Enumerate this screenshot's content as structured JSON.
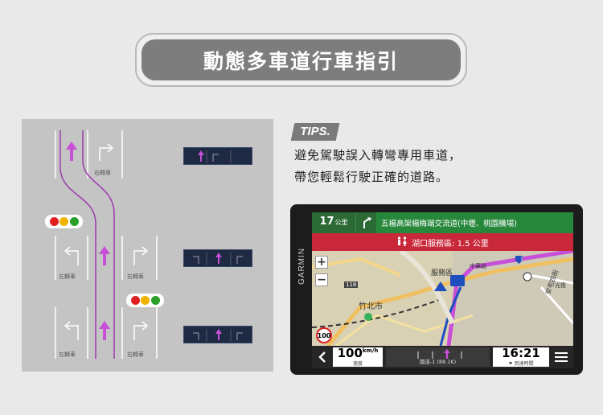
{
  "title": "動態多車道行車指引",
  "lane_diagram": {
    "labels": {
      "right_turn_top": "右轉車",
      "left_turn_mid": "左轉車",
      "right_turn_mid": "右轉車",
      "left_turn_bottom": "左轉車",
      "right_turn_bottom": "右轉車"
    },
    "colors": {
      "highlight": "#c84fd8",
      "guide_line": "#9b3aad",
      "red": "#e02020",
      "yellow": "#f0b400",
      "green": "#28a028"
    }
  },
  "tips": {
    "badge": "TIPS.",
    "line1": "避免駕駛誤入轉彎專用車道，",
    "line2": "帶您輕鬆行駛正確的道路。"
  },
  "device": {
    "brand": "GARMIN",
    "nav": {
      "distance": "17",
      "distance_unit": "公里",
      "street": "五楊高架楊梅端交流道(中壢、桃園機場)",
      "service": "湖口服務區: 1.5 公里"
    },
    "map": {
      "city_label": "竹北市",
      "service_label": "服務區",
      "road_label_1": "中華路",
      "road_label_2": "光復",
      "road_label_3": "安宅四街",
      "road_num": "118",
      "shield_num": "1",
      "speed_limit": "100"
    },
    "bottom": {
      "speed": "100",
      "speed_unit": "km/h",
      "speed_caption": "速度",
      "road_caption": "國道-1 (88.1K)",
      "eta": "16:21",
      "eta_caption": "到達時間"
    }
  }
}
